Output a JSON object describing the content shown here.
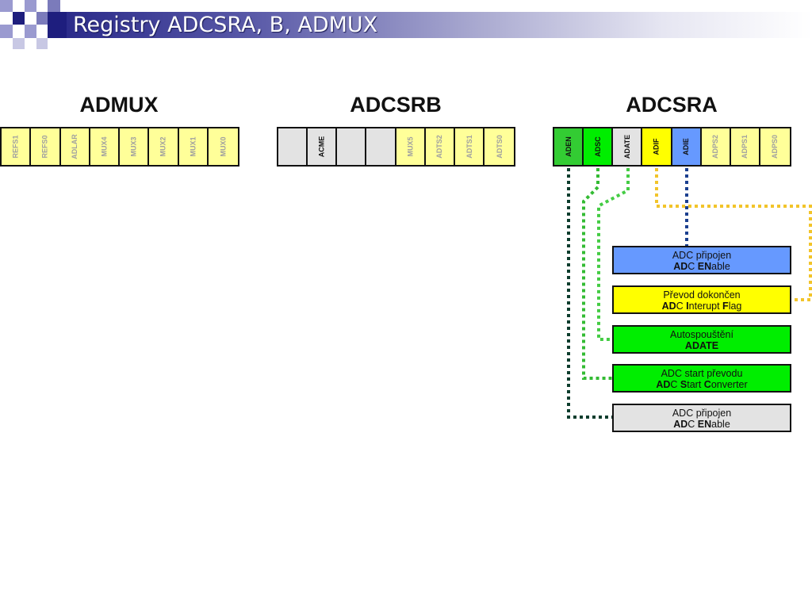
{
  "header": {
    "title": "Registry ADCSRA, B, ADMUX"
  },
  "registers": [
    {
      "name": "ADMUX",
      "bits": [
        {
          "label": "REFS1",
          "color": "yellow-light",
          "text": "dim"
        },
        {
          "label": "REFS0",
          "color": "yellow-light",
          "text": "dim"
        },
        {
          "label": "ADLAR",
          "color": "yellow-light",
          "text": "dim"
        },
        {
          "label": "MUX4",
          "color": "yellow-light",
          "text": "dim"
        },
        {
          "label": "MUX3",
          "color": "yellow-light",
          "text": "dim"
        },
        {
          "label": "MUX2",
          "color": "yellow-light",
          "text": "dim"
        },
        {
          "label": "MUX1",
          "color": "yellow-light",
          "text": "dim"
        },
        {
          "label": "MUX0",
          "color": "yellow-light",
          "text": "dim"
        }
      ]
    },
    {
      "name": "ADCSRB",
      "bits": [
        {
          "label": "",
          "color": "gray",
          "text": "dark"
        },
        {
          "label": "ACME",
          "color": "gray",
          "text": "dark"
        },
        {
          "label": "",
          "color": "gray",
          "text": "dark"
        },
        {
          "label": "",
          "color": "gray",
          "text": "dark"
        },
        {
          "label": "MUX5",
          "color": "yellow-light",
          "text": "dim"
        },
        {
          "label": "ADTS2",
          "color": "yellow-light",
          "text": "dim"
        },
        {
          "label": "ADTS1",
          "color": "yellow-light",
          "text": "dim"
        },
        {
          "label": "ADTS0",
          "color": "yellow-light",
          "text": "dim"
        }
      ]
    },
    {
      "name": "ADCSRA",
      "bits": [
        {
          "label": "ADEN",
          "color": "green-dark",
          "text": "dark"
        },
        {
          "label": "ADSC",
          "color": "green",
          "text": "dark"
        },
        {
          "label": "ADATE",
          "color": "gray",
          "text": "dark"
        },
        {
          "label": "ADIF",
          "color": "yellow",
          "text": "dark"
        },
        {
          "label": "ADIE",
          "color": "blue",
          "text": "dark"
        },
        {
          "label": "ADPS2",
          "color": "yellow-light",
          "text": "dim"
        },
        {
          "label": "ADPS1",
          "color": "yellow-light",
          "text": "dim"
        },
        {
          "label": "ADPS0",
          "color": "yellow-light",
          "text": "dim"
        }
      ]
    }
  ],
  "info_boxes": [
    {
      "line1": "ADC připojen",
      "line2_parts": [
        [
          "AD",
          true
        ],
        [
          "C ",
          false
        ],
        [
          "EN",
          true
        ],
        [
          "able",
          false
        ]
      ],
      "color": "#6699ff"
    },
    {
      "line1": "Převod dokončen",
      "line2_parts": [
        [
          "AD",
          true
        ],
        [
          "C ",
          false
        ],
        [
          "I",
          true
        ],
        [
          "nterupt ",
          false
        ],
        [
          "F",
          true
        ],
        [
          "lag",
          false
        ]
      ],
      "color": "#ffff00"
    },
    {
      "line1": "Autospouštění",
      "line2_parts": [
        [
          "ADATE",
          true
        ]
      ],
      "color": "#00ee00"
    },
    {
      "line1": "ADC start převodu",
      "line2_parts": [
        [
          "AD",
          true
        ],
        [
          "C ",
          false
        ],
        [
          "S",
          true
        ],
        [
          "tart ",
          false
        ],
        [
          "C",
          true
        ],
        [
          "onverter",
          false
        ]
      ],
      "color": "#00ee00"
    },
    {
      "line1": "ADC připojen",
      "line2_parts": [
        [
          "AD",
          true
        ],
        [
          "C ",
          false
        ],
        [
          "EN",
          true
        ],
        [
          "able",
          false
        ]
      ],
      "color": "#e3e3e3"
    }
  ],
  "colors": {
    "header_dark": "#2b2b8a",
    "line_dark_green": "#0d3d2d",
    "line_green": "#44cc44",
    "line_green2": "#33bb33",
    "line_yellow": "#f2c42a",
    "line_blue": "#1b3f8f"
  }
}
